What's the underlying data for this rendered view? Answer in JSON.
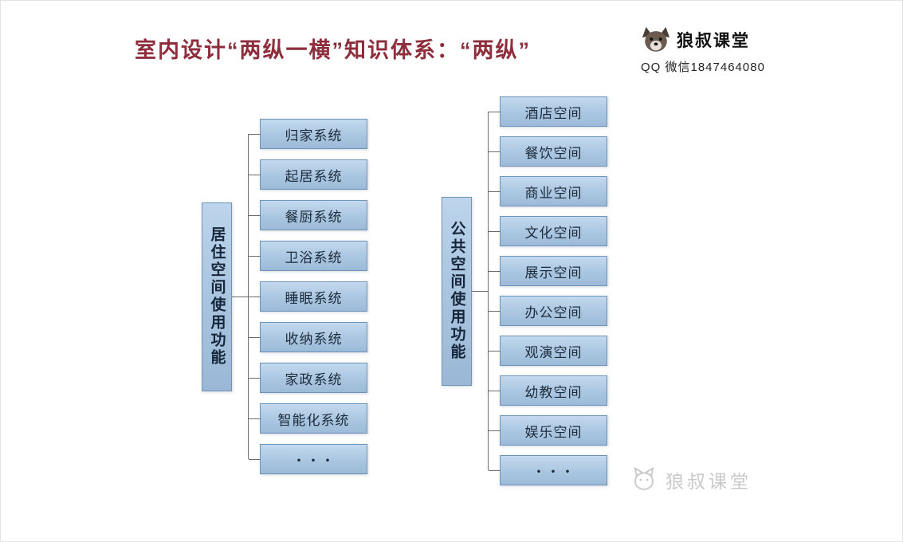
{
  "title": "室内设计“两纵一横”知识体系：“两纵”",
  "brand": {
    "name": "狼叔课堂",
    "contact": "QQ 微信1847464080"
  },
  "trees": [
    {
      "root": "居住空间使用功能",
      "children": [
        "归家系统",
        "起居系统",
        "餐厨系统",
        "卫浴系统",
        "睡眠系统",
        "收纳系统",
        "家政系统",
        "智能化系统",
        "・・・"
      ]
    },
    {
      "root": "公共空间使用功能",
      "children": [
        "酒店空间",
        "餐饮空间",
        "商业空间",
        "文化空间",
        "展示空间",
        "办公空间",
        "观演空间",
        "幼教空间",
        "娱乐空间",
        "・・・"
      ]
    }
  ],
  "watermark": "狼叔课堂",
  "colors": {
    "title": "#8e2e3c",
    "box_border": "#6f94b8",
    "box_fill_top": "#c3d9ee",
    "box_fill_bottom": "#9cbad7",
    "connector": "#6b6b6b",
    "watermark": "#c9c9c9"
  }
}
